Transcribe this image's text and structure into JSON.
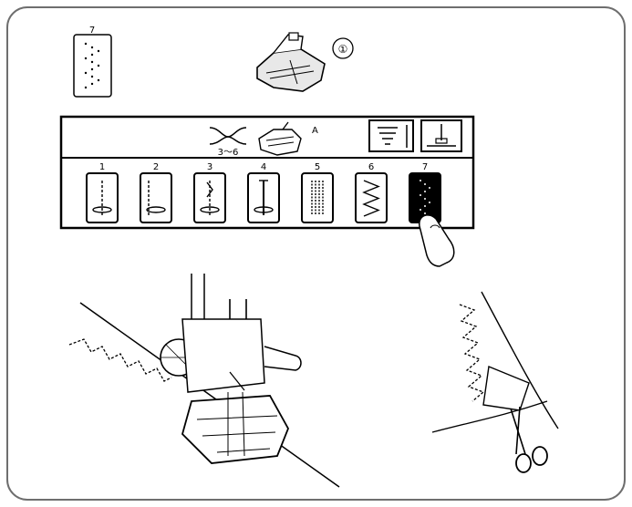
{
  "stitch_chart": {
    "selected_pattern_number": "7",
    "foot_callout": "①",
    "width_range": "3～6",
    "foot_letter": "A"
  },
  "stitch_buttons": [
    {
      "number": "1",
      "icon": "straight-stitch-center-icon"
    },
    {
      "number": "2",
      "icon": "straight-stitch-left-icon"
    },
    {
      "number": "3",
      "icon": "locking-stitch-icon"
    },
    {
      "number": "4",
      "icon": "stretch-stitch-icon"
    },
    {
      "number": "5",
      "icon": "triple-stitch-icon"
    },
    {
      "number": "6",
      "icon": "zigzag-stitch-icon"
    },
    {
      "number": "7",
      "icon": "multi-zigzag-stitch-icon",
      "selected": true
    }
  ],
  "colors": {
    "ink": "#000000",
    "panel": "#ffffff",
    "selected": "#000000",
    "frame": "#6e6e6e"
  }
}
